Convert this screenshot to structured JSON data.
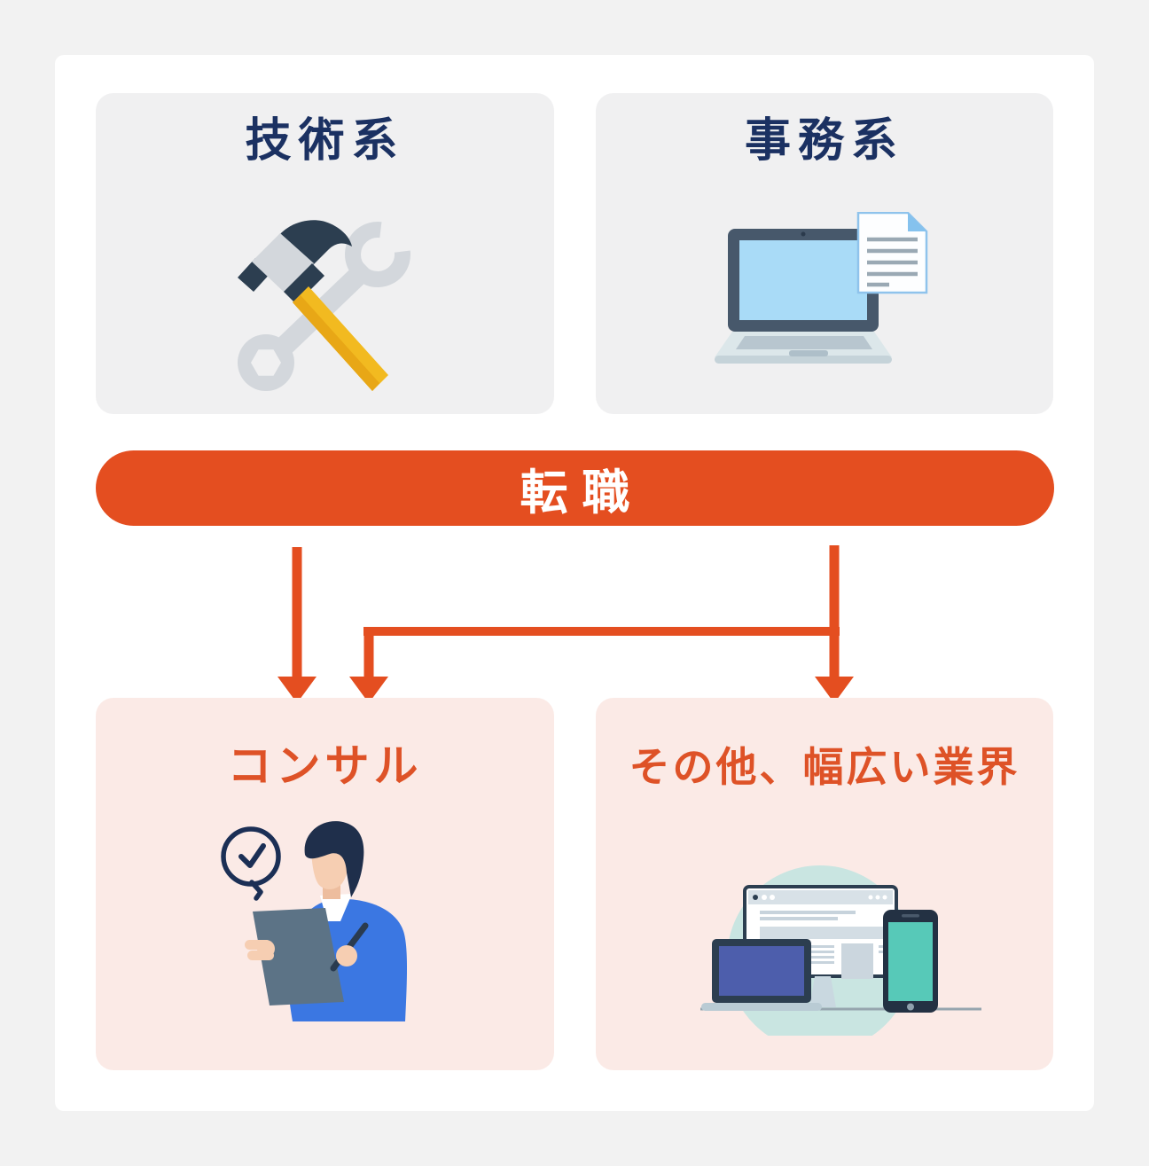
{
  "diagram": {
    "top_row": [
      {
        "label": "技術系",
        "icon": "hammer-wrench-icon"
      },
      {
        "label": "事務系",
        "icon": "laptop-document-icon"
      }
    ],
    "banner": {
      "label": "転職"
    },
    "bottom_row": [
      {
        "label": "コンサル",
        "icon": "consultant-checklist-icon"
      },
      {
        "label": "その他、幅広い業界",
        "icon": "multi-devices-icon"
      }
    ],
    "colors": {
      "accent_red": "#E44E20",
      "navy_text": "#1B3162",
      "orange_text": "#DE5227",
      "top_box_bg": "#F0F0F1",
      "bottom_box_bg": "#FBEAE6",
      "card_bg": "#FFFFFF",
      "page_bg": "#F2F2F2"
    }
  }
}
